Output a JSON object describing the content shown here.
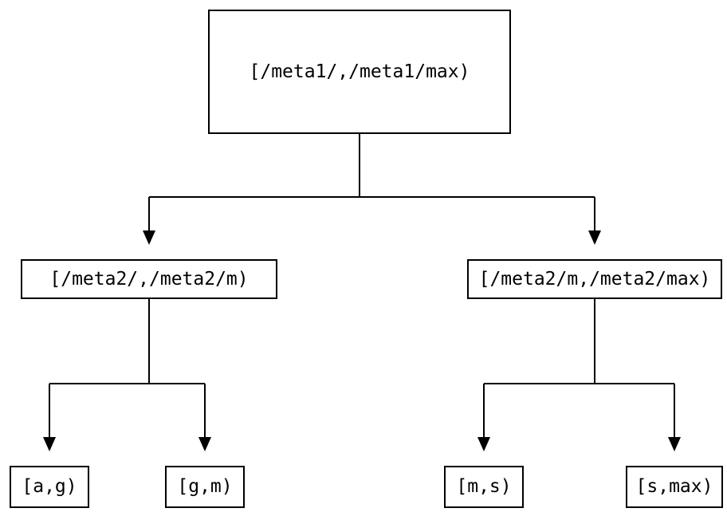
{
  "diagram": {
    "type": "binary-interval-partition-tree",
    "colors": {
      "background": "#ffffff",
      "box_fill": "#ffffff",
      "box_border": "#000000",
      "line": "#000000",
      "text": "#000000"
    },
    "nodes": {
      "root": {
        "label": "[/meta1/,/meta1/max)"
      },
      "left_child": {
        "label": "[/meta2/,/meta2/m)"
      },
      "right_child": {
        "label": "[/meta2/m,/meta2/max)"
      },
      "leaf_ag": {
        "label": "[a,g)"
      },
      "leaf_gm": {
        "label": "[g,m)"
      },
      "leaf_ms": {
        "label": "[m,s)"
      },
      "leaf_smax": {
        "label": "[s,max)"
      }
    },
    "edges": [
      {
        "from": "root",
        "to": "left_child"
      },
      {
        "from": "root",
        "to": "right_child"
      },
      {
        "from": "left_child",
        "to": "leaf_ag"
      },
      {
        "from": "left_child",
        "to": "leaf_gm"
      },
      {
        "from": "right_child",
        "to": "leaf_ms"
      },
      {
        "from": "right_child",
        "to": "leaf_smax"
      }
    ]
  }
}
